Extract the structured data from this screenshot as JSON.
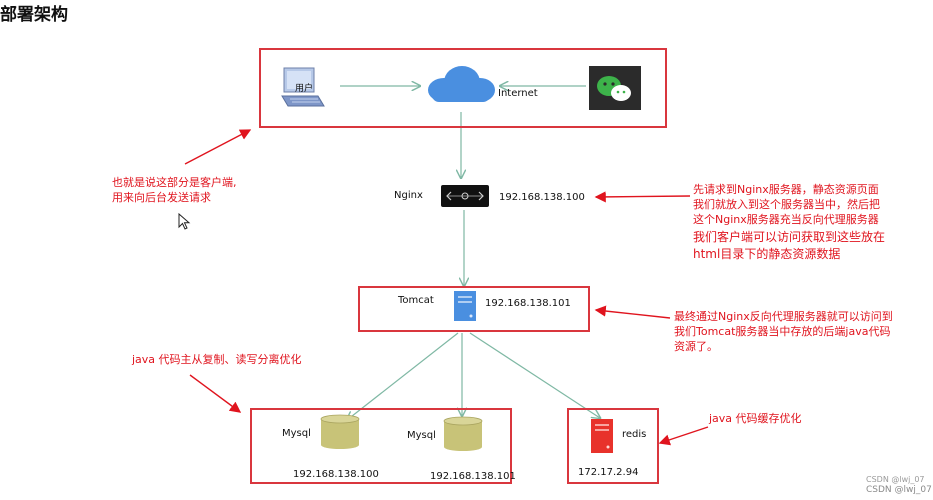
{
  "title": "部署架构",
  "nodes": {
    "user": "用户",
    "internet": "Internet",
    "nginx": "Nginx",
    "nginx_ip": "192.168.138.100",
    "tomcat": "Tomcat",
    "tomcat_ip": "192.168.138.101",
    "mysql1": "Mysql",
    "mysql1_ip": "192.168.138.100",
    "mysql2": "Mysql",
    "mysql2_ip": "192.168.138.101",
    "redis": "redis",
    "redis_ip": "172.17.2.94"
  },
  "notes": {
    "client": [
      "也就是说这部分是客户端,",
      "用来向后台发送请求"
    ],
    "nginx": [
      "先请求到Nginx服务器，静态资源页面",
      "我们就放入到这个服务器当中，然后把",
      "这个Nginx服务器充当反向代理服务器",
      "我们客户端可以访问获取到这些放在",
      "html目录下的静态资源数据"
    ],
    "tomcat": [
      "最终通过Nginx反向代理服务器就可以访问到",
      "我们Tomcat服务器当中存放的后端java代码",
      "资源了。"
    ],
    "mysql": "java 代码主从复制、读写分离优化",
    "redis": "java 代码缓存优化"
  },
  "watermark": [
    "CSDN @lwj_07",
    "CSDN @lwj_07"
  ],
  "colors": {
    "accent_red": "#d9363e",
    "note_red": "#e0141e",
    "line_green": "#7fb8a4",
    "cloud_blue": "#4a8fe0",
    "db_olive": "#c8c378",
    "redis_red": "#e8322b",
    "wechat_green": "#3db34a"
  }
}
